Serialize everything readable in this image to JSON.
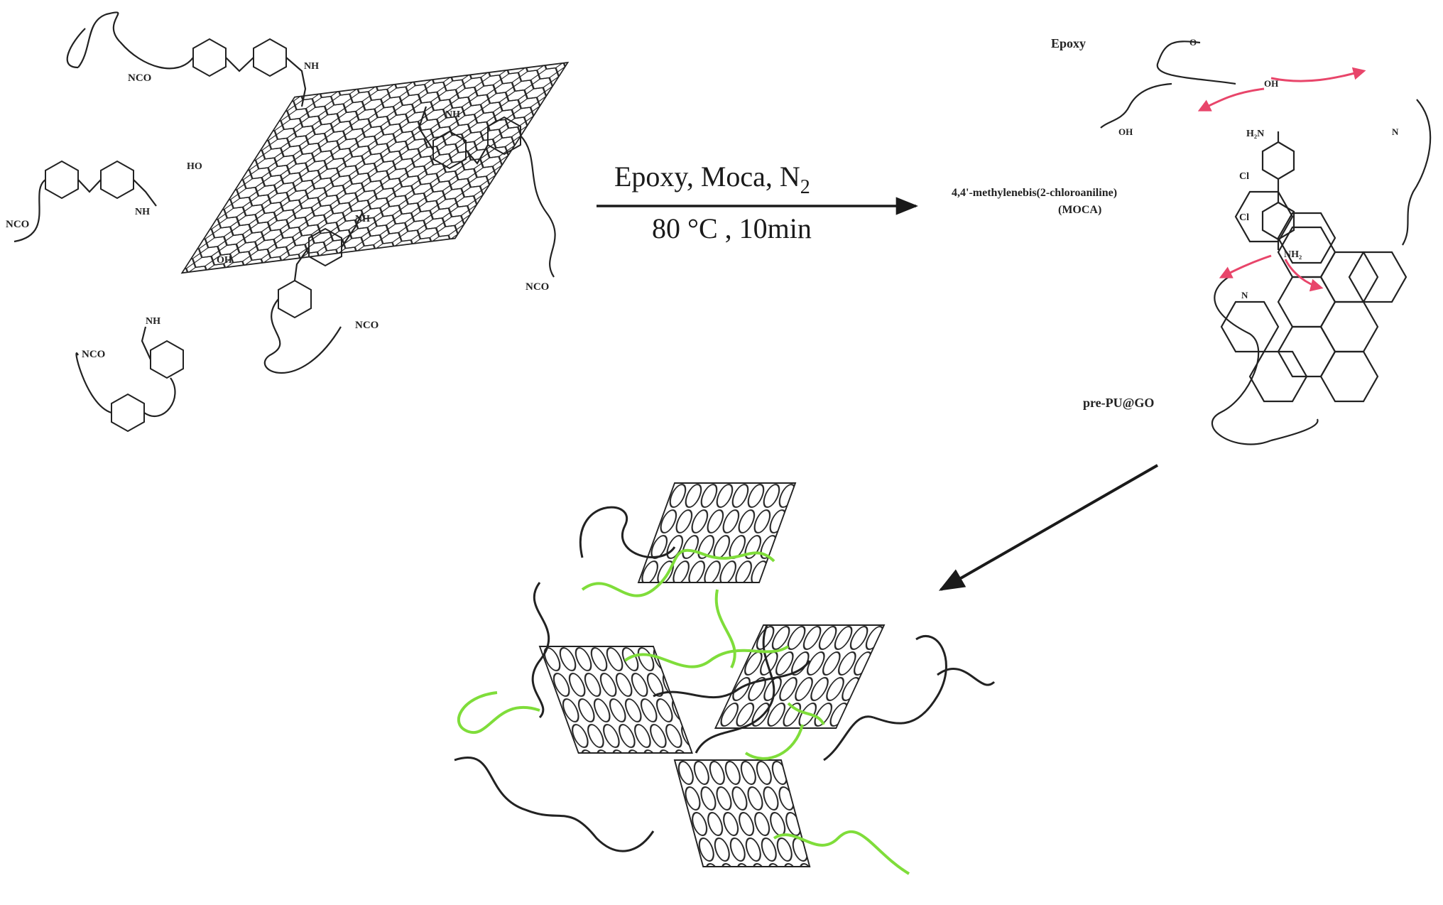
{
  "reaction": {
    "condition_top": "Epoxy, Moca, N",
    "condition_top_sub": "2",
    "condition_bottom": "80 °C , 10min"
  },
  "labels": {
    "epoxy": "Epoxy",
    "moca_line1": "4,4'-methylenebis(2-chloroaniline)",
    "moca_line2": "(MOCA)",
    "pre_pu_go": "pre-PU@GO",
    "nco": "NCO",
    "nh": "NH",
    "oh": "OH",
    "ho": "HO",
    "cooh": "OH",
    "cl": "Cl",
    "h2n": "H₂N",
    "nh2": "NH₂",
    "o": "O",
    "n": "N",
    "oh_chain": "OH"
  },
  "colors": {
    "ink": "#222222",
    "red_arrow": "#e8456a",
    "green_chain": "#7fdd3a"
  },
  "icons": [
    "graphene-oxide-sheet-icon",
    "benzene-ring-icon",
    "polymer-chain-icon",
    "reaction-arrow-icon"
  ]
}
